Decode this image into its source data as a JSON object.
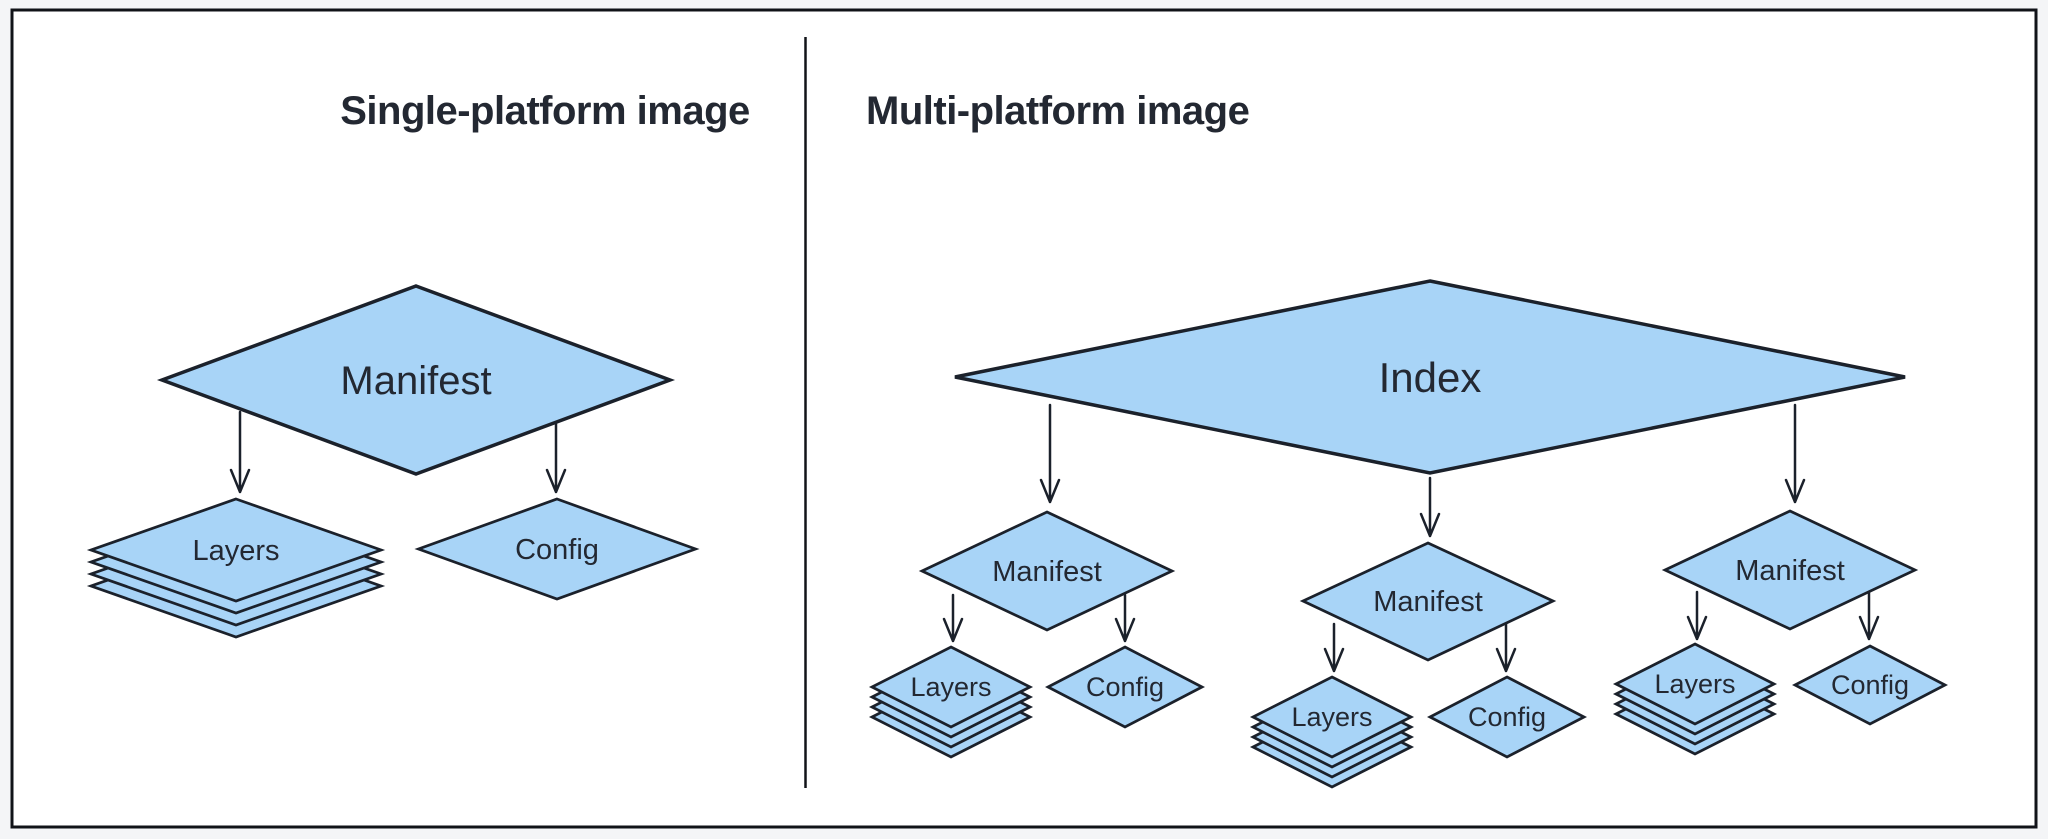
{
  "colors": {
    "node_fill": "#a8d4f7",
    "node_stroke": "#1b212b",
    "text": "#232832",
    "frame_border": "#111318",
    "canvas_background": "#ffffff",
    "page_background": "#f4f5f7"
  },
  "panels": {
    "single": {
      "title": "Single-platform image",
      "manifest": {
        "label": "Manifest"
      },
      "layers": {
        "label": "Layers",
        "stack_count": 4
      },
      "config": {
        "label": "Config"
      }
    },
    "multi": {
      "title": "Multi-platform image",
      "index": {
        "label": "Index"
      },
      "manifests": [
        {
          "label": "Manifest",
          "layers": {
            "label": "Layers",
            "stack_count": 4
          },
          "config": {
            "label": "Config"
          }
        },
        {
          "label": "Manifest",
          "layers": {
            "label": "Layers",
            "stack_count": 4
          },
          "config": {
            "label": "Config"
          }
        },
        {
          "label": "Manifest",
          "layers": {
            "label": "Layers",
            "stack_count": 4
          },
          "config": {
            "label": "Config"
          }
        }
      ]
    }
  }
}
